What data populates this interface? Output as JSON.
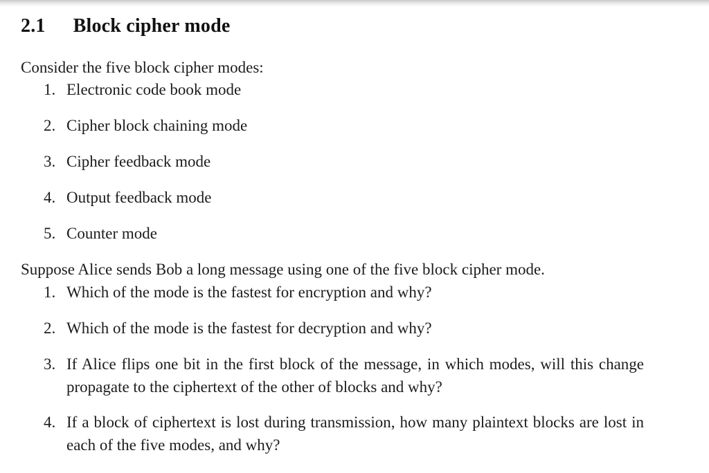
{
  "page": {
    "background_color": "#ffffff",
    "text_color": "#1c1c1c"
  },
  "document": {
    "section_number": "2.1",
    "section_title": "Block cipher mode",
    "intro": "Consider the five block cipher modes:",
    "modes_list": [
      "Electronic code book mode",
      "Cipher block chaining mode",
      "Cipher feedback mode",
      "Output feedback mode",
      "Counter mode"
    ],
    "middle_paragraph": "Suppose Alice sends Bob a long message using one of the five block cipher mode.",
    "questions_list": [
      "Which of the mode is the fastest for encryption and why?",
      "Which of the mode is the fastest for decryption and why?",
      "If Alice flips one bit in the first block of the message, in which modes, will this change propagate to the ciphertext of the other of blocks and why?",
      "If a block of ciphertext is lost during transmission, how many plaintext blocks are lost in each of the five modes, and why?"
    ]
  }
}
